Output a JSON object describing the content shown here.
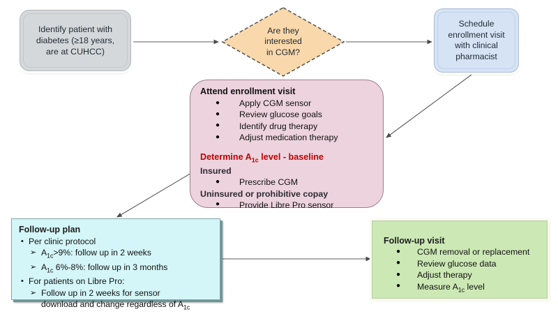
{
  "diagram": {
    "title": "CGM enrollment and follow-up clinical workflow",
    "colors": {
      "identify_fill": "#d5d8da",
      "decision_fill": "#f9d8ab",
      "decision_border": "#5a5a5a",
      "schedule_fill": "#d6e3f4",
      "attend_fill": "#edd3dd",
      "attend_border": "#9b7e8c",
      "plan_fill": "#d4f6f8",
      "visit_fill": "#cce8b5",
      "red_text": "#c00000",
      "edge": "#555555"
    }
  },
  "nodes": {
    "identify": {
      "name": "Identify patient with diabetes",
      "lines": [
        "Identify patient with",
        "diabetes (≥18 years,",
        "are at CUHCC)"
      ]
    },
    "decision": {
      "name": "Are they interested in CGM?",
      "lines": [
        "Are they",
        "interested",
        "in CGM?"
      ]
    },
    "schedule": {
      "name": "Schedule enrollment visit with clinical pharmacist",
      "lines": [
        "Schedule",
        "enrollment visit",
        "with clinical",
        "pharmacist"
      ]
    },
    "attend": {
      "heading": "Attend enrollment visit",
      "bullets": [
        "Apply CGM sensor",
        "Review glucose goals",
        "Identify drug therapy",
        "Adjust medication therapy"
      ],
      "red_heading_pre": "Determine A",
      "red_heading_sub": "1c",
      "red_heading_post": " level - baseline",
      "insured_label": "Insured",
      "insured_bullets": [
        "Prescribe CGM"
      ],
      "uninsured_label": "Uninsured or prohibitive copay",
      "uninsured_bullets": [
        "Provide Libre Pro sensor"
      ]
    },
    "plan": {
      "heading": "Follow-up plan",
      "bullet1": "Per clinic protocol",
      "sub1_pre": "A",
      "sub1_sub": "1c",
      "sub1_post": ">9%: follow up in 2 weeks",
      "sub2_pre": "A",
      "sub2_sub": "1c",
      "sub2_post": " 6%-8%: follow up in 3 months",
      "bullet2": "For patients on Libre Pro:",
      "sub3": "Follow up in 2 weeks for sensor",
      "sub3_cont_pre": "download and change regardless of A",
      "sub3_cont_sub": "1c"
    },
    "visit": {
      "heading": "Follow-up visit",
      "bullets": [
        "CGM removal or replacement",
        "Review glucose data",
        "Adjust therapy"
      ],
      "last_bullet_pre": "Measure A",
      "last_bullet_sub": "1c",
      "last_bullet_post": " level"
    }
  },
  "edges": [
    {
      "from": "identify",
      "to": "decision",
      "style": "solid-arrow"
    },
    {
      "from": "decision",
      "to": "schedule",
      "style": "solid-arrow"
    },
    {
      "from": "schedule",
      "to": "attend",
      "style": "solid-arrow"
    },
    {
      "from": "attend",
      "to": "plan",
      "style": "solid-arrow"
    },
    {
      "from": "plan",
      "to": "visit",
      "style": "solid-arrow"
    }
  ]
}
